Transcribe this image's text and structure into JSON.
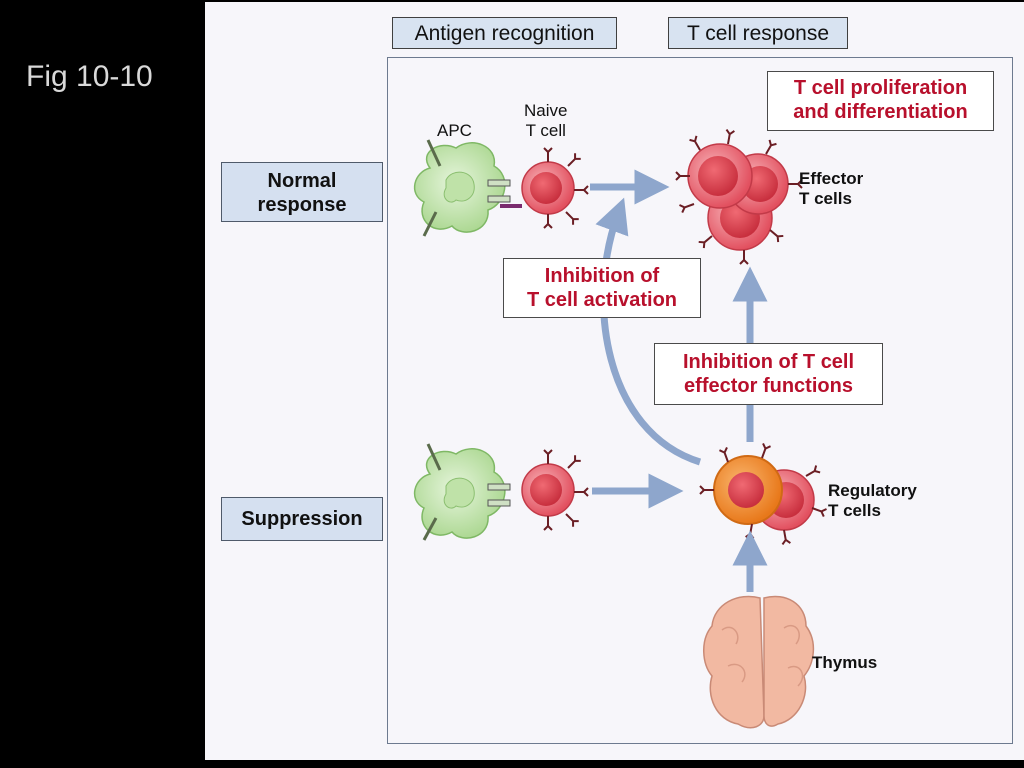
{
  "figure_label": "Fig 10-10",
  "headers": {
    "antigen": "Antigen recognition",
    "t_cell_response": "T cell response"
  },
  "rows": {
    "normal_line1": "Normal",
    "normal_line2": "response",
    "suppression": "Suppression"
  },
  "labels": {
    "apc": "APC",
    "naive_line1": "Naive",
    "naive_line2": "T cell",
    "effector_line1": "Effector",
    "effector_line2": "T cells",
    "regulatory_line1": "Regulatory",
    "regulatory_line2": "T cells",
    "thymus": "Thymus"
  },
  "boxes": {
    "proliferation_line1": "T cell proliferation",
    "proliferation_line2": "and differentiation",
    "inhibit_activation_line1": "Inhibition of",
    "inhibit_activation_line2": "T cell activation",
    "inhibit_effector_line1": "Inhibition of T cell",
    "inhibit_effector_line2": "effector functions"
  },
  "colors": {
    "arrow": "#8ea6cc",
    "t_cell": "#e2505f",
    "regulatory_cell": "#f08a28",
    "apc": "#cfe9c1",
    "thymus": "#f2b9a2",
    "inhibition_text": "#b8102c"
  }
}
